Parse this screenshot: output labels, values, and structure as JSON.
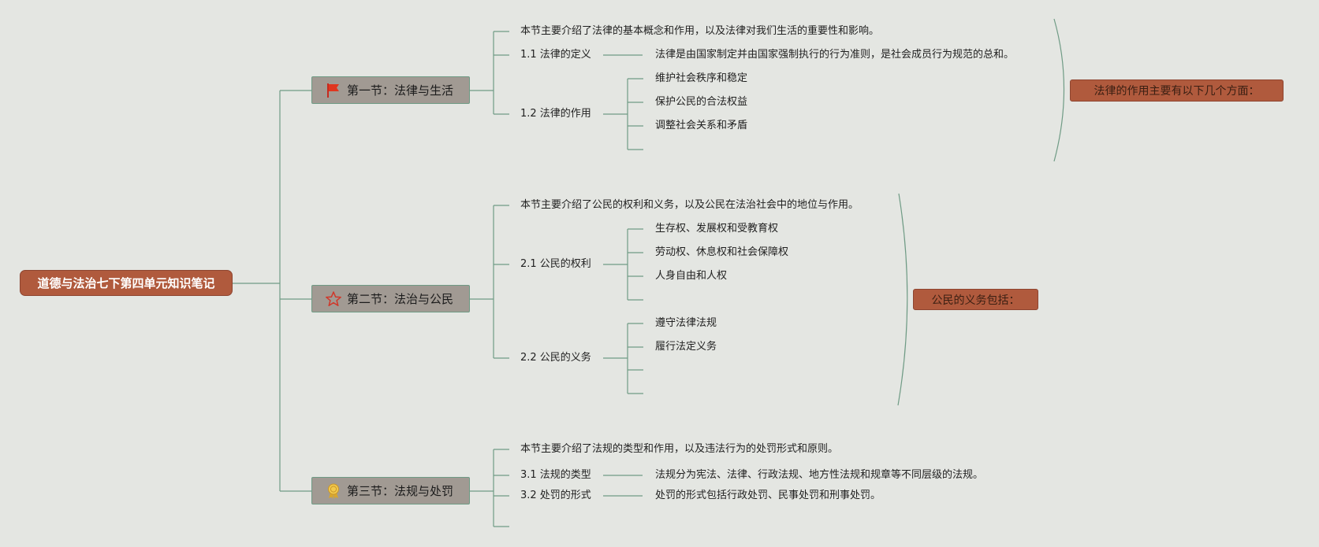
{
  "root": {
    "title": "道德与法治七下第四单元知识笔记"
  },
  "sections": [
    {
      "title": "第一节：法律与生活",
      "icon": "red-flag-icon",
      "summary": "本节主要介绍了法律的基本概念和作用，以及法律对我们生活的重要性和影响。",
      "items": [
        {
          "label": "1.1 法律的定义",
          "detail": "法律是由国家制定并由国家强制执行的行为准则，是社会成员行为规范的总和。"
        },
        {
          "label": "1.2 法律的作用",
          "children": [
            "维护社会秩序和稳定",
            "保护公民的合法权益",
            "调整社会关系和矛盾"
          ]
        }
      ]
    },
    {
      "title": "第二节：法治与公民",
      "icon": "star-outline-icon",
      "summary": "本节主要介绍了公民的权利和义务，以及公民在法治社会中的地位与作用。",
      "items": [
        {
          "label": "2.1 公民的权利",
          "children": [
            "生存权、发展权和受教育权",
            "劳动权、休息权和社会保障权",
            "人身自由和人权"
          ]
        },
        {
          "label": "2.2 公民的义务",
          "children": [
            "遵守法律法规",
            "履行法定义务"
          ]
        }
      ]
    },
    {
      "title": "第三节：法规与处罚",
      "icon": "award-medal-icon",
      "summary": "本节主要介绍了法规的类型和作用，以及违法行为的处罚形式和原则。",
      "items": [
        {
          "label": "3.1 法规的类型",
          "detail": "法规分为宪法、法律、行政法规、地方性法规和规章等不同层级的法规。"
        },
        {
          "label": "3.2 处罚的形式",
          "detail": "处罚的形式包括行政处罚、民事处罚和刑事处罚。"
        }
      ]
    }
  ],
  "callouts": [
    {
      "text": "法律的作用主要有以下几个方面："
    },
    {
      "text": "公民的义务包括："
    }
  ],
  "colors": {
    "background": "#e4e6e2",
    "line": "#6f9b85",
    "root": "#b05a3d",
    "section": "#a19a93"
  }
}
